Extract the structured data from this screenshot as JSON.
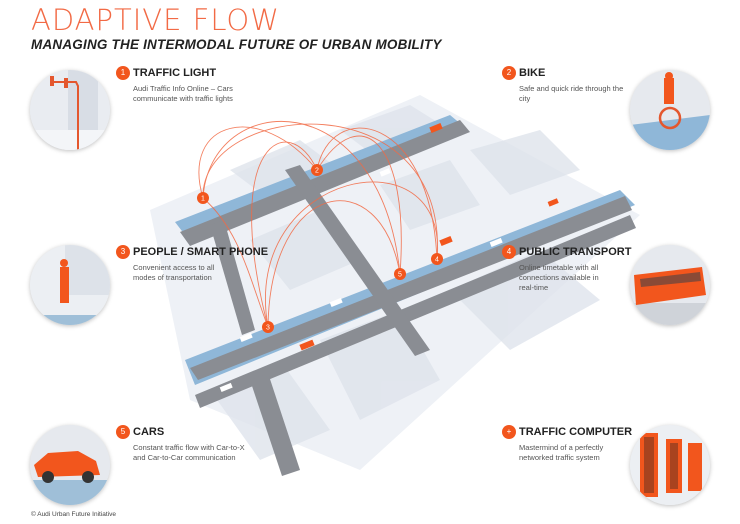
{
  "header": {
    "title": "ADAPTIVE FLOW",
    "subtitle": "MANAGING THE INTERMODAL FUTURE OF URBAN MOBILITY"
  },
  "items": [
    {
      "badge": "1",
      "title": "TRAFFIC LIGHT",
      "desc": "Audi Traffic Info Online – Cars communicate with traffic lights",
      "icon": "traffic-light"
    },
    {
      "badge": "2",
      "title": "BIKE",
      "desc": "Safe and quick ride through the city",
      "icon": "bike"
    },
    {
      "badge": "3",
      "title": "PEOPLE / SMART PHONE",
      "desc": "Convenient access to all modes of transportation",
      "icon": "person-phone"
    },
    {
      "badge": "4",
      "title": "PUBLIC TRANSPORT",
      "desc": "Online timetable with all connections available in real-time",
      "icon": "bus"
    },
    {
      "badge": "5",
      "title": "CARS",
      "desc": "Constant traffic flow with Car-to-X and Car-to-Car communication",
      "icon": "car"
    },
    {
      "badge": "+",
      "title": "TRAFFIC COMPUTER",
      "desc": "Mastermind of a perfectly networked traffic system",
      "icon": "server-rack"
    }
  ],
  "map_markers": [
    "1",
    "2",
    "3",
    "4",
    "5"
  ],
  "footer": {
    "copyright": "© Audi Urban Future Initiative"
  },
  "colors": {
    "accent": "#f2561d",
    "road": "#8a8d93",
    "bike_lane": "#8fb7d8"
  }
}
